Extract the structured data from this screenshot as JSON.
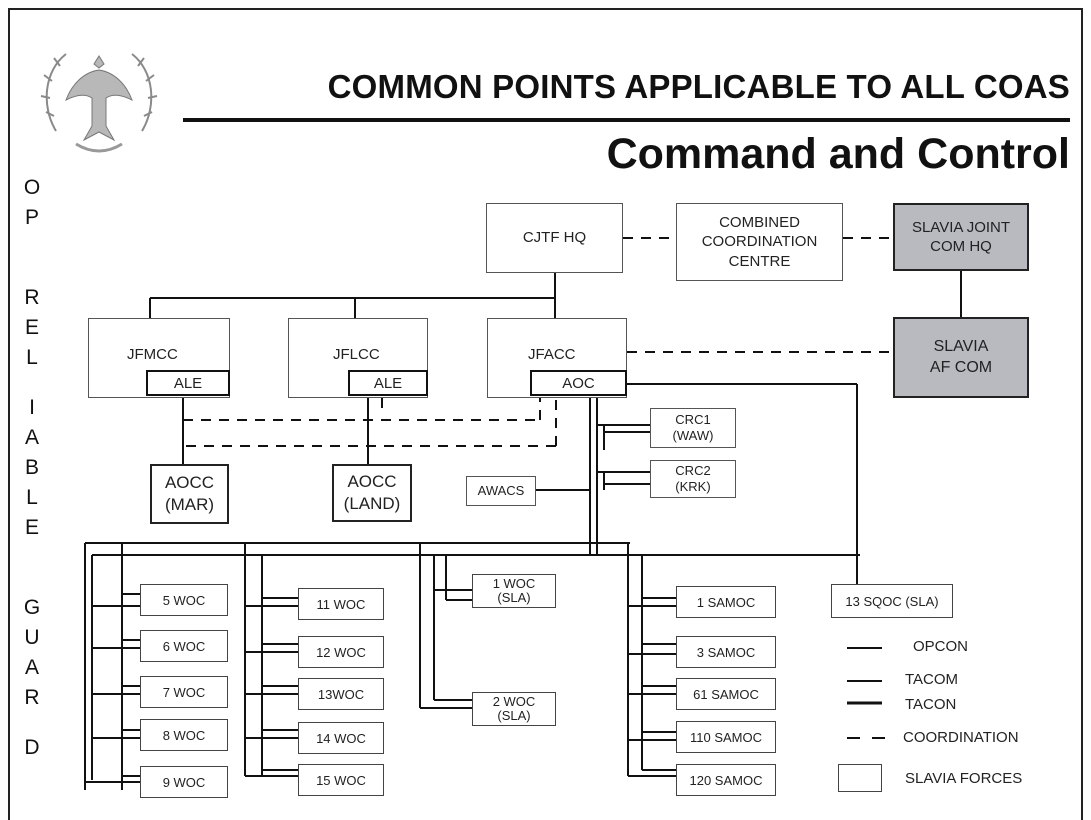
{
  "title": "COMMON POINTS APPLICABLE TO ALL COAS",
  "subtitle": "Command and Control",
  "side_letters": [
    "O",
    "P",
    "",
    "R",
    "E",
    "L",
    "I",
    "A",
    "B",
    "L",
    "E",
    "",
    "G",
    "U",
    "A",
    "R",
    "D"
  ],
  "nodes": {
    "cjtf": "CJTF HQ",
    "ccc": "COMBINED COORDINATION CENTRE",
    "slavia_jc": "SLAVIA JOINT COM HQ",
    "slavia_af": "SLAVIA AF COM",
    "jfmcc": "JFMCC",
    "jflcc": "JFLCC",
    "jfacc": "JFACC",
    "ale1": "ALE",
    "ale2": "ALE",
    "aoc": "AOC",
    "aocc_mar": "AOCC (MAR)",
    "aocc_land": "AOCC (LAND)",
    "awacs": "AWACS",
    "crc1": "CRC1 (WAW)",
    "crc2": "CRC2 (KRK)",
    "sqoc": "13 SQOC (SLA)"
  },
  "woc_col1": [
    "5 WOC",
    "6 WOC",
    "7 WOC",
    "8 WOC",
    "9 WOC"
  ],
  "woc_col2": [
    "11 WOC",
    "12 WOC",
    "13WOC",
    "14 WOC",
    "15 WOC"
  ],
  "woc_sla": [
    "1 WOC (SLA)",
    "2 WOC (SLA)"
  ],
  "samoc": [
    "1 SAMOC",
    "3 SAMOC",
    "61 SAMOC",
    "110 SAMOC",
    "120 SAMOC"
  ],
  "legend": {
    "opcon": "OPCON",
    "tacom": "TACOM",
    "tacon": "TACON",
    "coordination": "COORDINATION",
    "slavia_forces": "SLAVIA FORCES"
  },
  "colors": {
    "slavia_fill": "#9a9a9a",
    "line": "#111111"
  }
}
